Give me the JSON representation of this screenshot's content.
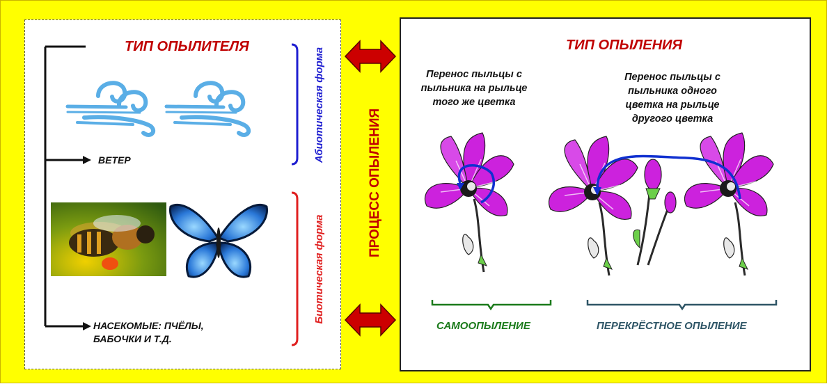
{
  "left_panel": {
    "title": "ТИП ОПЫЛИТЕЛЯ",
    "wind_label": "ВЕТЕР",
    "insects_label_line1": "НАСЕКОМЫЕ: ПЧЁЛЫ,",
    "insects_label_line2": "БАБОЧКИ И Т.Д.",
    "abiotic_label": "Абиотическая форма",
    "biotic_label": "Биотическая форма"
  },
  "center": {
    "process_label": "ПРОЦЕСС ОПЫЛЕНИЯ"
  },
  "right_panel": {
    "title": "ТИП ОПЫЛЕНИЯ",
    "self_desc": [
      "Перенос пыльцы с",
      "пыльника на рыльце",
      "того же цветка"
    ],
    "cross_desc": [
      "Перенос пыльцы с",
      "пыльника одного",
      "цветка на рыльце",
      "другого цветка"
    ],
    "self_label": "САМООПЫЛЕНИЕ",
    "cross_label": "ПЕРЕКРЁСТНОЕ ОПЫЛЕНИЕ"
  },
  "colors": {
    "background": "#ffff00",
    "title_red": "#c00000",
    "abiotic_blue": "#1f1fd0",
    "biotic_red": "#e02020",
    "self_green": "#1a7a1a",
    "cross_slate": "#2e5566",
    "petal_magenta": "#cc22dd",
    "wind_blue": "#5aaee6",
    "arrow_red": "#cc0000"
  },
  "icons": [
    "wind-icon",
    "bee-photo",
    "butterfly-photo",
    "flower-illustration",
    "double-arrow-icon"
  ]
}
